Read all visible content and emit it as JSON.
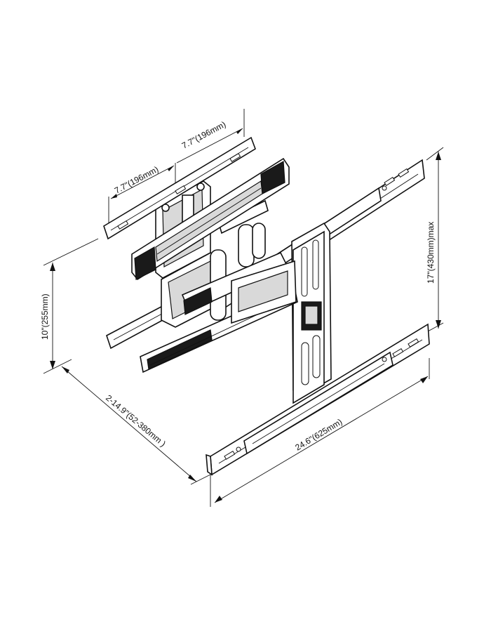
{
  "dimensions": {
    "vesa_left": "7.7\"(196mm)",
    "vesa_right": "7.7\"(196mm)",
    "height_max": "17\"(430mm)max",
    "height_plate": "10\"(255mm)",
    "extension": "2-14.9\"(52-380mm  )",
    "width": "24.6\"(625mm)"
  },
  "colors": {
    "line": "#111111",
    "fill_dark": "#1a1a1a",
    "fill_grey": "#d9d9d9",
    "background": "#ffffff"
  }
}
